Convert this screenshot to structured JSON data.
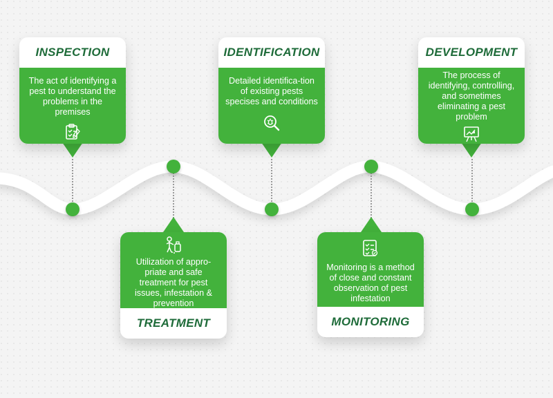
{
  "colors": {
    "accent": "#43b23c",
    "title_text": "#1e6b39",
    "card_bg": "#ffffff",
    "background": "#f3f3f3"
  },
  "steps": [
    {
      "title": "INSPECTION",
      "text": "The act of identifying a pest to understand the problems in the premises",
      "icon": "clipboard-icon"
    },
    {
      "title": "TREATMENT",
      "text": "Utilization of appro-priate and safe treatment for pest issues, infestation & prevention",
      "icon": "sprayer-worker-icon"
    },
    {
      "title": "IDENTIFICATION",
      "text": "Detailed identifica-tion of existing pests specises and conditions",
      "icon": "magnifier-bug-icon"
    },
    {
      "title": "MONITORING",
      "text": "Monitoring is a method of close and constant observation of pest infestation",
      "icon": "checklist-icon"
    },
    {
      "title": "DEVELOPMENT",
      "text": "The process of identifying, controlling, and sometimes eliminating a pest problem",
      "icon": "presentation-board-icon"
    }
  ]
}
